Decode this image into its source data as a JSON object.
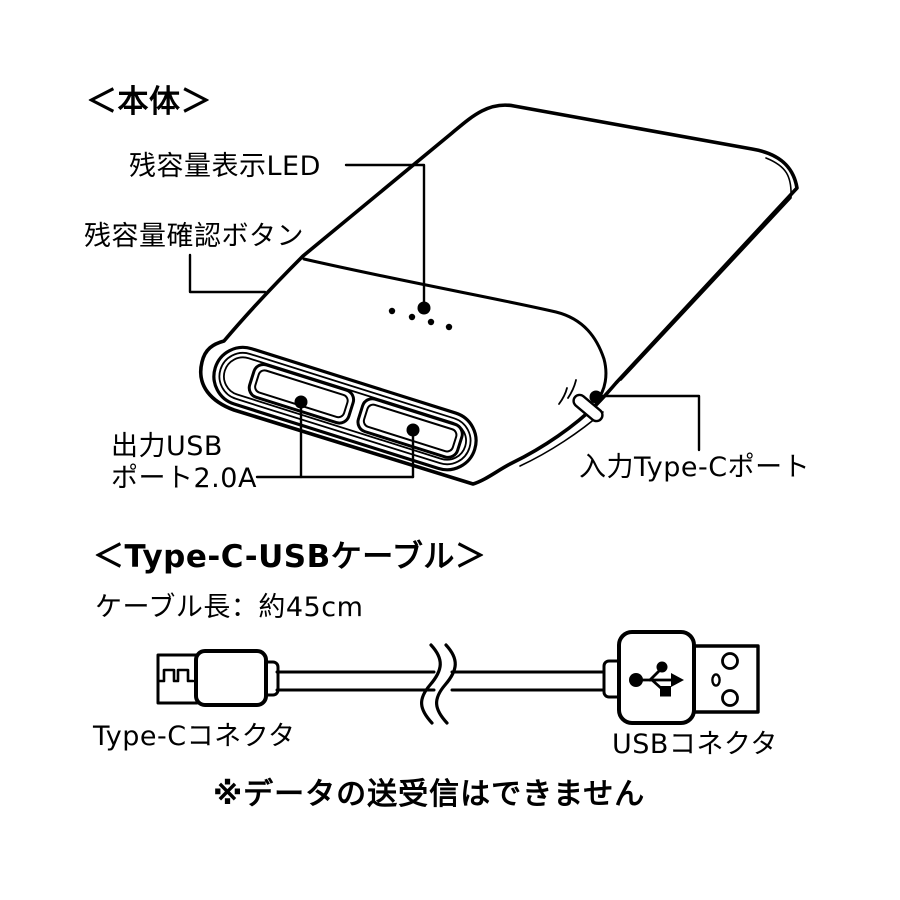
{
  "page": {
    "background_color": "#ffffff",
    "ink_color": "#000000"
  },
  "body_section": {
    "heading": "＜本体＞",
    "callouts": {
      "led": "残容量表示LED",
      "check_button": "残容量確認ボタン",
      "output_usb_line1": "出力USB",
      "output_usb_line2": "ポート2.0A",
      "input_typec": "入力Type-Cポート"
    },
    "illustration": {
      "device": "power-bank",
      "led_count": 4,
      "usb_port_count": 2
    }
  },
  "cable_section": {
    "heading": "＜Type-C-USBケーブル＞",
    "cable_length": "ケーブル長：約45cm",
    "connector_labels": {
      "typec": "Type-Cコネクタ",
      "usb": "USBコネクタ"
    },
    "note": "※データの送受信はできません"
  }
}
